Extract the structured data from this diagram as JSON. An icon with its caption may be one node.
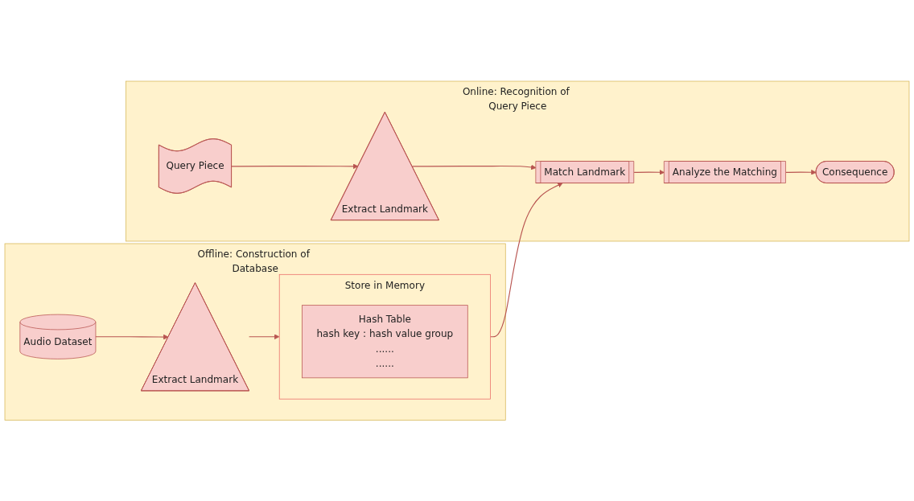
{
  "diagram": {
    "nodes": [
      {
        "text": [
          "Offline: Construction of Database"
        ]
      },
      {
        "text": [
          "Audio Dataset"
        ],
        "in": 0
      },
      {
        "text": [
          "Extract Landmark"
        ],
        "in": 0
      },
      {
        "text": [
          "Store in Memory"
        ],
        "in": 0
      },
      {
        "text": [
          "Hash Table",
          "hash key : hash value group",
          "......",
          "......"
        ],
        "in": 3
      },
      {
        "text": [
          "Online: Recognition of Query Piece"
        ]
      },
      {
        "text": [
          "Query Piece"
        ],
        "in": 5
      },
      {
        "text": [
          "Extract Landmark"
        ],
        "in": 5
      },
      {
        "text": [
          "Match Landmark"
        ],
        "in": 5
      },
      {
        "text": [
          "Analyze the Matching"
        ],
        "in": 5
      },
      {
        "text": [
          "Consequence"
        ],
        "in": 5
      }
    ],
    "edges": [
      {
        "from": 1,
        "to": 2,
        "arrow": "to"
      },
      {
        "from": 2,
        "to": 3,
        "arrow": "to"
      },
      {
        "from": 3,
        "to": 8,
        "arrow": "to"
      },
      {
        "from": 6,
        "to": 7,
        "arrow": "to"
      },
      {
        "from": 7,
        "to": 8,
        "arrow": "to"
      },
      {
        "from": 8,
        "to": 9,
        "arrow": "to"
      },
      {
        "from": 9,
        "to": 10,
        "arrow": "to"
      }
    ]
  }
}
